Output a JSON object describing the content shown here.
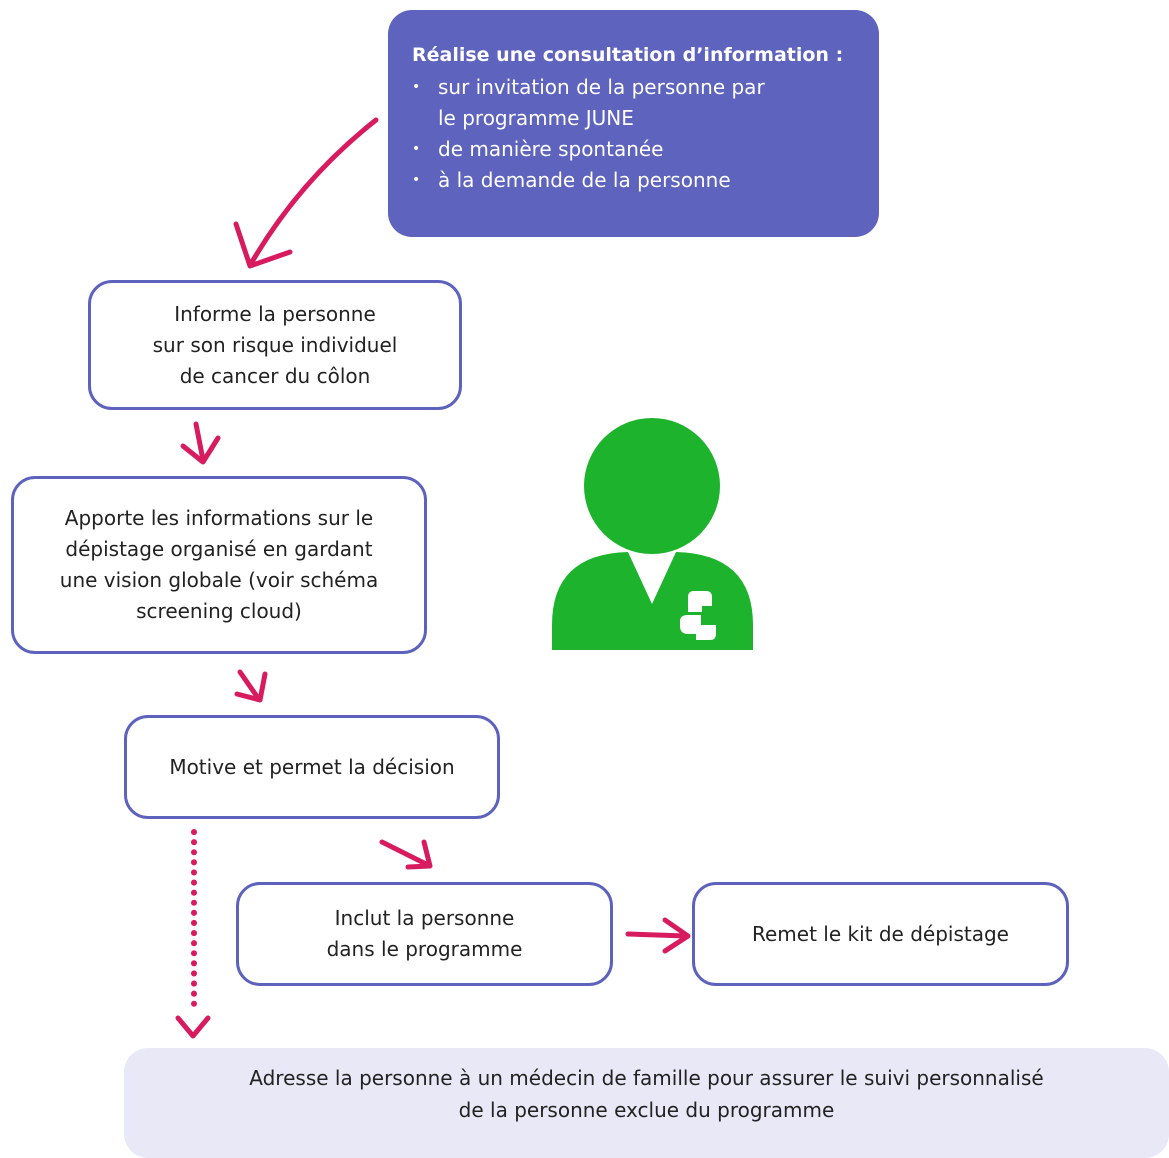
{
  "top_box": {
    "title": "Réalise une consultation d’information :",
    "items": [
      [
        "sur invitation de la personne par",
        "le programme JUNE"
      ],
      [
        "de manière spontanée"
      ],
      [
        "à la demande de la personne"
      ]
    ]
  },
  "steps": {
    "inform": [
      "Informe la personne",
      "sur son risque individuel",
      "de cancer du côlon"
    ],
    "provide": [
      "Apporte les informations sur le",
      "dépistage organisé en gardant",
      "une vision globale (voir schéma",
      "screening cloud)"
    ],
    "motivate": [
      "Motive et permet la décision"
    ],
    "include": [
      "Inclut la personne",
      "dans le programme"
    ],
    "kit": [
      "Remet le kit de dépistage"
    ]
  },
  "bottom_box": [
    "Adresse la personne à un médecin de famille pour assurer le suivi personnalisé",
    "de la personne exclue du programme"
  ],
  "colors": {
    "purple": "#5e63bd",
    "border": "#5d62bd",
    "arrow": "#d81b5f",
    "green": "#1db32c",
    "light": "#e8e8f7"
  },
  "icons": {
    "person": "doctor-person-icon",
    "cross": "medical-cross-icon"
  }
}
